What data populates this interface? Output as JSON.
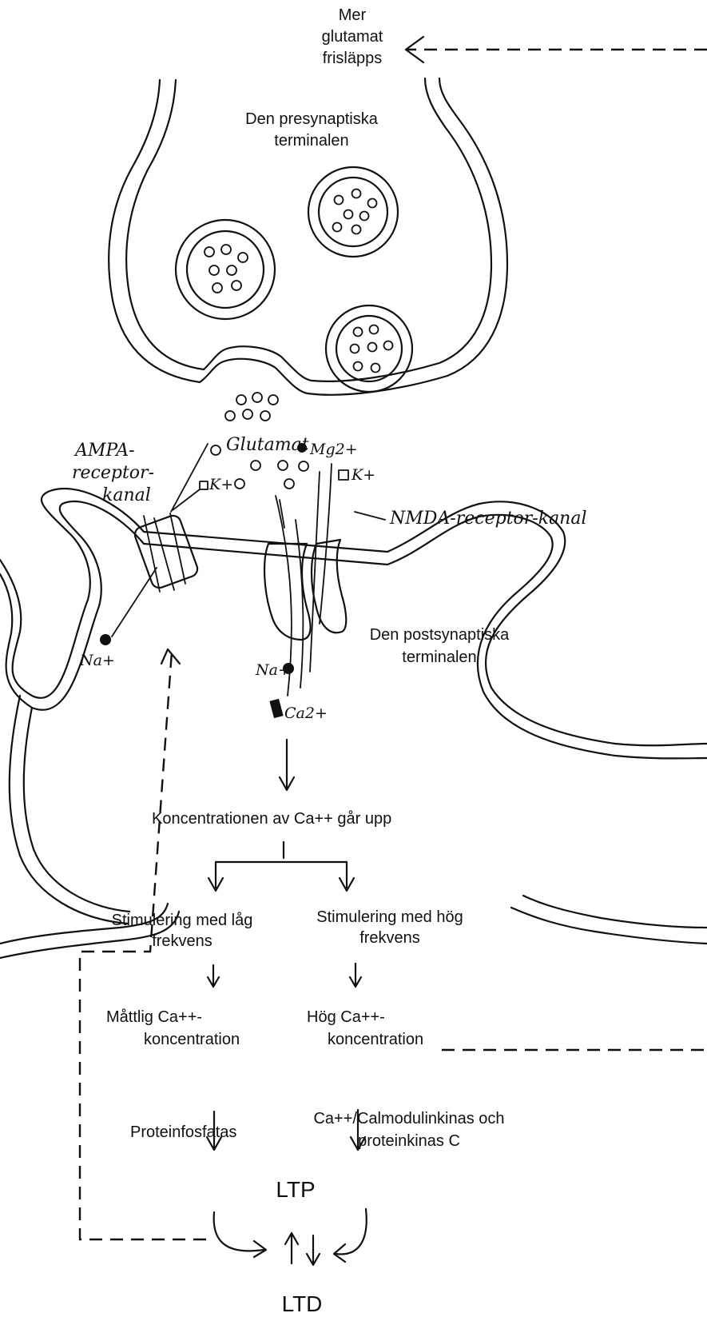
{
  "labels": {
    "more_glutamate": [
      "Mer",
      "glutamat",
      "frisläpps"
    ],
    "presynaptic": [
      "Den presynaptiska",
      "terminalen"
    ],
    "postsynaptic": [
      "Den postsynaptiska",
      "terminalen"
    ],
    "glutamate": "Glutamat",
    "ampa": [
      "AMPA-",
      "receptor-",
      "kanal"
    ],
    "nmda": "NMDA-receptor-kanal",
    "ions": {
      "k_ampa": "K+",
      "na_ampa": "Na+",
      "mg": "Mg2+",
      "k_nmda": "K+",
      "na_nmda": "Na+",
      "ca": "Ca2+"
    },
    "ca_rises": "Koncentrationen av Ca++ går upp",
    "low_freq": [
      "Stimulering med låg",
      "frekvens"
    ],
    "high_freq": [
      "Stimulering med hög",
      "frekvens"
    ],
    "moderate_ca": [
      "Måttlig Ca++-",
      "koncentration"
    ],
    "high_ca": [
      "Hög Ca++-",
      "koncentration"
    ],
    "phosphatase": "Proteinfosfatas",
    "kinases": [
      "Ca++/Calmodulinkinas och",
      "proteinkinas C"
    ],
    "ltp": "LTP",
    "ltd": "LTD"
  }
}
